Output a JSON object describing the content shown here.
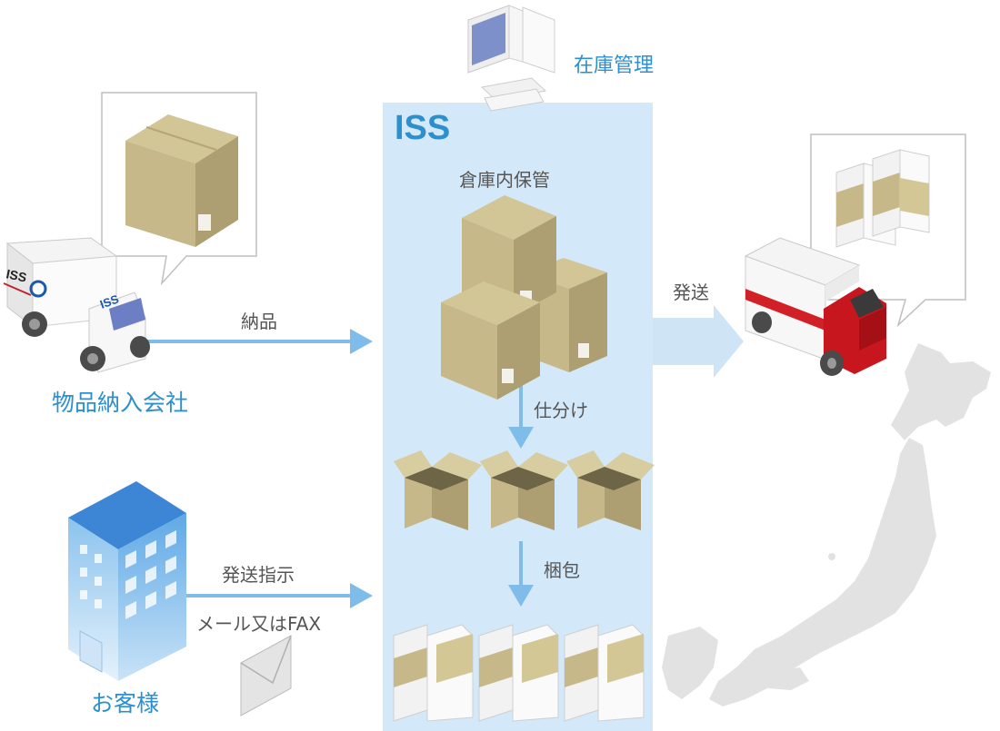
{
  "colors": {
    "accent": "#2c8fce",
    "panel": "#d3e8f8",
    "arrow": "#7fbce9",
    "box_side": "#b8aa7c",
    "box_top": "#cfc395",
    "map": "#dedede"
  },
  "icons": [
    "computer-icon",
    "truck-icon",
    "box-icon",
    "building-icon",
    "envelope-icon",
    "japan-map"
  ],
  "system": {
    "label": "在庫管理"
  },
  "center": {
    "brand": "ISS",
    "storage_label": "倉庫内保管",
    "sort_label": "仕分け",
    "pack_label": "梱包"
  },
  "supplier": {
    "label": "物品納入会社",
    "flow_label": "納品",
    "truck_brand": "ISS"
  },
  "customer": {
    "label": "お客様",
    "flow_label": "発送指示",
    "flow_sublabel": "メール又はFAX"
  },
  "shipping": {
    "flow_label": "発送"
  }
}
